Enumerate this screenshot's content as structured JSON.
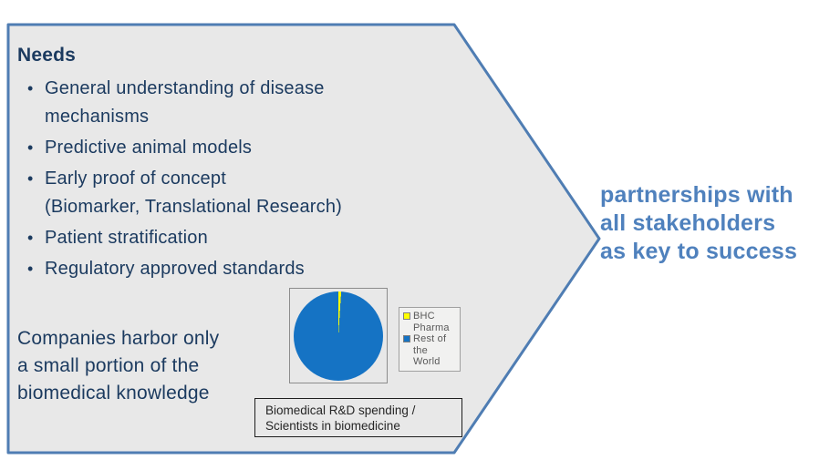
{
  "arrow": {
    "fill": "#E8E8E8",
    "stroke": "#4F7DB3"
  },
  "needs": {
    "title": "Needs",
    "bullet_char": "•",
    "bullets": [
      "General understanding of disease\nmechanisms",
      "Predictive animal models",
      "Early proof of concept\n(Biomarker, Translational Research)",
      "Patient stratification",
      "Regulatory approved standards"
    ],
    "note": "Companies harbor only\na small portion of the\nbiomedical knowledge"
  },
  "callout": {
    "text": "partnerships with\nall stakeholders\nas key to success",
    "color": "#4F81BD"
  },
  "chart_data": {
    "type": "pie",
    "labels": [
      "BHC Pharma",
      "Rest of the World"
    ],
    "values": [
      1,
      99
    ],
    "colors": [
      "#FFFF00",
      "#1573C4"
    ],
    "title": "Biomedical R&D spending /\nScientists in biomedicine",
    "legend_position": "right"
  }
}
